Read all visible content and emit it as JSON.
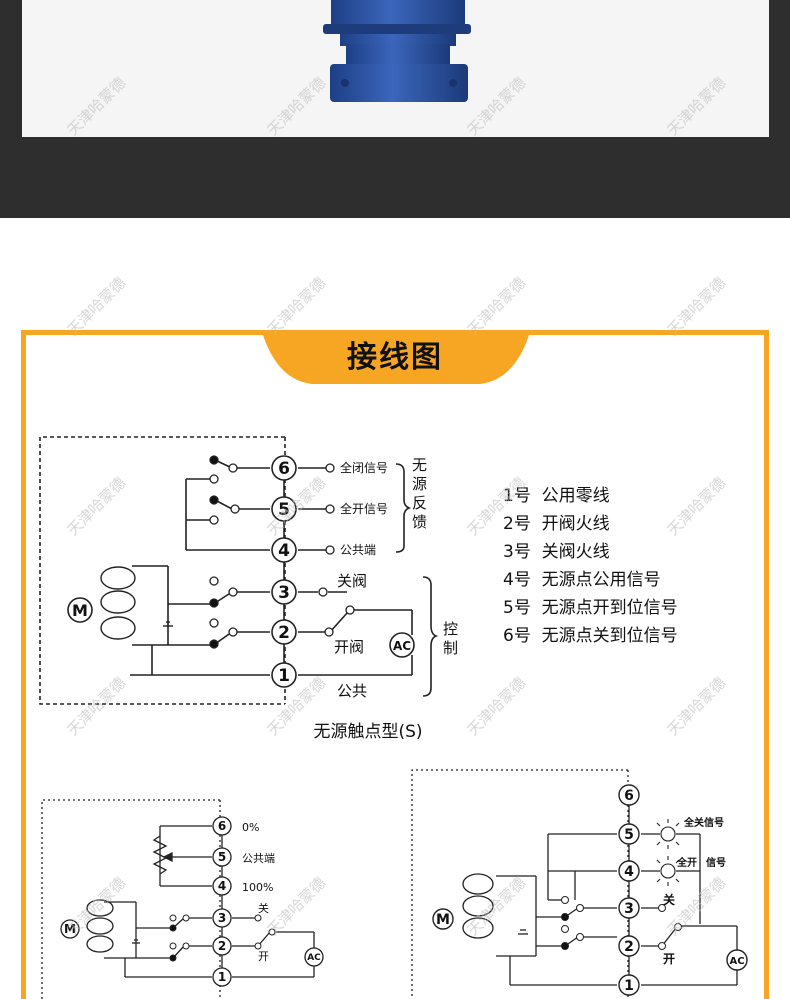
{
  "title": "接线图",
  "watermark": "天津哈蒙德",
  "colors": {
    "accent": "#f6a623",
    "dark": "#2e2e2e",
    "valve": "#2f57a8"
  },
  "terminals": [
    "1",
    "2",
    "3",
    "4",
    "5",
    "6"
  ],
  "motor_label": "M",
  "ac_label": "AC",
  "diagram1": {
    "t6": "全闭信号",
    "t5": "全开信号",
    "t4": "公共端",
    "passive": [
      "无",
      "源",
      "反",
      "馈"
    ],
    "close": "关阀",
    "open": "开阀",
    "common": "公共",
    "control": [
      "控",
      "制"
    ],
    "caption": "无源触点型(S)"
  },
  "legend": [
    "1号  公用零线",
    "2号  开阀火线",
    "3号  关阀火线",
    "4号  无源点公用信号",
    "5号  无源点开到位信号",
    "6号  无源点关到位信号"
  ],
  "diagram2": {
    "t6": "0%",
    "t5": "公共端",
    "t4": "100%",
    "close": "关",
    "open": "开"
  },
  "diagram3": {
    "t5": "全关信号",
    "t4a": "全开",
    "t4b": "信号",
    "close": "关",
    "open": "开"
  }
}
